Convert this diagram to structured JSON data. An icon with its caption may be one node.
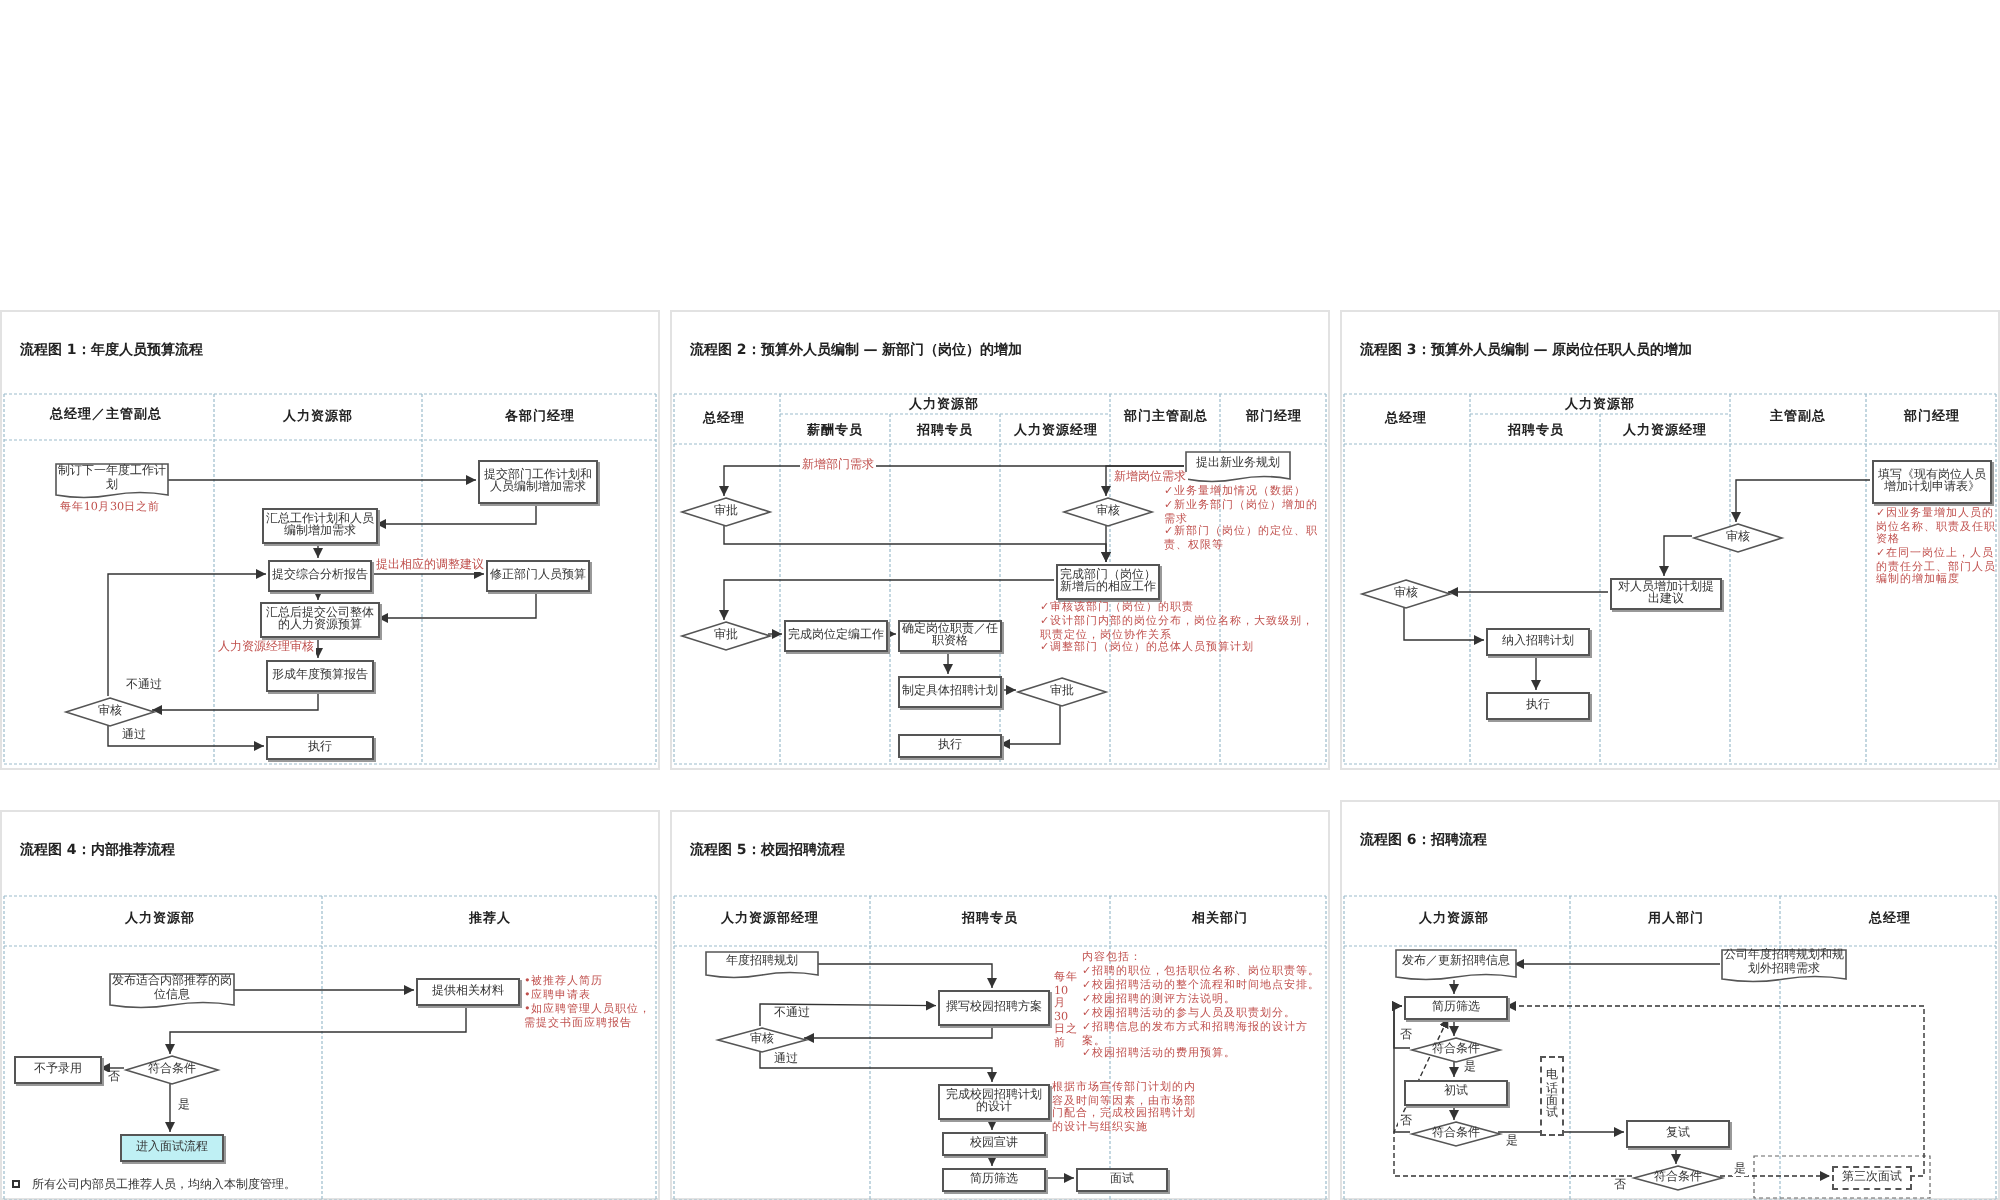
{
  "diagram": {
    "nodes": [
      {
        "text": [
          "流程图 1：年度人员预算流程"
        ]
      },
      {
        "text": [
          "制订下一年度工作计划"
        ],
        "in": 0,
        "beside": [
          "每年10月30日之前"
        ]
      },
      {
        "text": [
          "提交部门工作计划和人员编制增加需求"
        ],
        "in": 0
      },
      {
        "text": [
          "汇总工作计划和人员编制增加需求"
        ],
        "in": 0
      },
      {
        "text": [
          "提交综合分析报告"
        ],
        "in": 0
      },
      {
        "text": [
          "修正部门人员预算"
        ],
        "in": 0
      },
      {
        "text": [
          "汇总后提交公司整体的人力资源预算"
        ],
        "in": 0
      },
      {
        "text": [
          "形成年度预算报告"
        ],
        "in": 0
      },
      {
        "text": [
          "审核"
        ],
        "in": 0
      },
      {
        "text": [
          "执行"
        ],
        "in": 0
      },
      {
        "text": [
          "流程图 2：预算外人员编制 — 新部门（岗位）的增加"
        ]
      },
      {
        "text": [
          "提出新业务规划"
        ],
        "in": 10,
        "beside": [
          "✓业务量增加情况（数据）",
          "✓新业务部门（岗位）增加的需求",
          "✓新部门（岗位）的定位、职责、权限等"
        ]
      },
      {
        "text": [
          "审批"
        ],
        "in": 10
      },
      {
        "text": [
          "审核"
        ],
        "in": 10
      },
      {
        "text": [
          "完成部门（岗位）新增后的相应工作"
        ],
        "in": 10,
        "beside": [
          "✓审核该部门（岗位）的职责",
          "✓设计部门内部的岗位分布，岗位名称，大致级别，职责定位，岗位协作关系",
          "✓调整部门（岗位）的总体人员预算计划"
        ]
      },
      {
        "text": [
          "审批"
        ],
        "in": 10
      },
      {
        "text": [
          "完成岗位定编工作"
        ],
        "in": 10
      },
      {
        "text": [
          "确定岗位职责／任职资格"
        ],
        "in": 10
      },
      {
        "text": [
          "制定具体招聘计划"
        ],
        "in": 10
      },
      {
        "text": [
          "审批"
        ],
        "in": 10
      },
      {
        "text": [
          "执行"
        ],
        "in": 10
      },
      {
        "text": [
          "流程图 3：预算外人员编制 — 原岗位任职人员的增加"
        ]
      },
      {
        "text": [
          "填写《现有岗位人员增加计划申请表》"
        ],
        "in": 21,
        "beside": [
          "✓因业务量增加人员的岗位名称、职责及任职资格",
          "✓在同一岗位上，人员的责任分工、部门人员编制的增加幅度"
        ]
      },
      {
        "text": [
          "审核"
        ],
        "in": 21
      },
      {
        "text": [
          "对人员增加计划提出建议"
        ],
        "in": 21
      },
      {
        "text": [
          "审核"
        ],
        "in": 21
      },
      {
        "text": [
          "纳入招聘计划"
        ],
        "in": 21
      },
      {
        "text": [
          "执行"
        ],
        "in": 21
      },
      {
        "text": [
          "流程图 4：内部推荐流程"
        ]
      },
      {
        "text": [
          "发布适合内部推荐的岗位信息"
        ],
        "in": 28
      },
      {
        "text": [
          "提供相关材料"
        ],
        "in": 28,
        "beside": [
          "•被推荐人简历",
          "•应聘申请表",
          "•如应聘管理人员职位，需提交书面应聘报告"
        ]
      },
      {
        "text": [
          "不予录用"
        ],
        "in": 28
      },
      {
        "text": [
          "符合条件"
        ],
        "in": 28
      },
      {
        "text": [
          "进入面试流程"
        ],
        "in": 28
      },
      {
        "text": [
          "流程图 5：校园招聘流程"
        ]
      },
      {
        "text": [
          "年度招聘规划"
        ],
        "in": 34
      },
      {
        "text": [
          "撰写校园招聘方案"
        ],
        "in": 34,
        "beside": [
          "每年10月30日之前",
          "内容包括：",
          "✓招聘的职位，包括职位名称、岗位职责等。",
          "✓校园招聘活动的整个流程和时间地点安排。",
          "✓校园招聘的测评方法说明。",
          "✓校园招聘活动的参与人员及职责划分。",
          "✓招聘信息的发布方式和招聘海报的设计方案。",
          "✓校园招聘活动的费用预算。"
        ]
      },
      {
        "text": [
          "审核"
        ],
        "in": 34
      },
      {
        "text": [
          "完成校园招聘计划的设计"
        ],
        "in": 34,
        "beside": [
          "根据市场宣传部门计划的内容及时间等因素，由市场部门配合，完成校园招聘计划的设计与组织实施"
        ]
      },
      {
        "text": [
          "校园宣讲"
        ],
        "in": 34
      },
      {
        "text": [
          "简历筛选"
        ],
        "in": 34
      },
      {
        "text": [
          "面试"
        ],
        "in": 34
      },
      {
        "text": [
          "流程图 6：招聘流程"
        ]
      },
      {
        "text": [
          "发布／更新招聘信息"
        ],
        "in": 42
      },
      {
        "text": [
          "公司年度招聘规划和规划外招聘需求"
        ],
        "in": 42
      },
      {
        "text": [
          "简历筛选"
        ],
        "in": 42
      },
      {
        "text": [
          "符合条件"
        ],
        "in": 42
      },
      {
        "text": [
          "初试"
        ],
        "in": 42
      },
      {
        "text": [
          "电话面试"
        ],
        "in": 42
      },
      {
        "text": [
          "符合条件"
        ],
        "in": 42
      },
      {
        "text": [
          "复试"
        ],
        "in": 42
      },
      {
        "text": [
          "符合条件"
        ],
        "in": 42
      },
      {
        "text": [
          "第三次面试"
        ],
        "in": 42
      }
    ],
    "edges": [
      {
        "from": 1,
        "to": 2,
        "arrow": "to"
      },
      {
        "from": 2,
        "to": 3,
        "arrow": "to"
      },
      {
        "from": 3,
        "to": 4,
        "arrow": "to"
      },
      {
        "from": 4,
        "to": 5,
        "arrow": "to",
        "label": "提出相应的调整建议"
      },
      {
        "from": 5,
        "to": 6,
        "arrow": "to"
      },
      {
        "from": 4,
        "to": 6,
        "arrow": "to"
      },
      {
        "from": 6,
        "to": 7,
        "arrow": "to",
        "label": "人力资源经理审核"
      },
      {
        "from": 7,
        "to": 8,
        "arrow": "to"
      },
      {
        "from": 8,
        "to": 4,
        "arrow": "to",
        "label": "不通过"
      },
      {
        "from": 8,
        "to": 9,
        "arrow": "to",
        "label": "通过"
      },
      {
        "from": 11,
        "to": 12,
        "arrow": "to",
        "label": "新增部门需求"
      },
      {
        "from": 11,
        "to": 13,
        "arrow": "to",
        "label": "新增岗位需求"
      },
      {
        "from": 12,
        "to": 14,
        "arrow": "to"
      },
      {
        "from": 13,
        "to": 14,
        "arrow": "to"
      },
      {
        "from": 14,
        "to": 15,
        "arrow": "to"
      },
      {
        "from": 15,
        "to": 16,
        "arrow": "to"
      },
      {
        "from": 16,
        "to": 17,
        "arrow": "to"
      },
      {
        "from": 17,
        "to": 18,
        "arrow": "to"
      },
      {
        "from": 18,
        "to": 19,
        "arrow": "to"
      },
      {
        "from": 19,
        "to": 20,
        "arrow": "to"
      },
      {
        "from": 22,
        "to": 23,
        "arrow": "to"
      },
      {
        "from": 23,
        "to": 24,
        "arrow": "to"
      },
      {
        "from": 24,
        "to": 25,
        "arrow": "to"
      },
      {
        "from": 25,
        "to": 26,
        "arrow": "to"
      },
      {
        "from": 26,
        "to": 27,
        "arrow": "to"
      },
      {
        "from": 29,
        "to": 30,
        "arrow": "to"
      },
      {
        "from": 30,
        "to": 32,
        "arrow": "to"
      },
      {
        "from": 32,
        "to": 31,
        "arrow": "to",
        "label": "否"
      },
      {
        "from": 32,
        "to": 33,
        "arrow": "to",
        "label": "是"
      },
      {
        "from": 35,
        "to": 36,
        "arrow": "to"
      },
      {
        "from": 36,
        "to": 37,
        "arrow": "to"
      },
      {
        "from": 37,
        "to": 36,
        "arrow": "to",
        "label": "不通过"
      },
      {
        "from": 37,
        "to": 38,
        "arrow": "to",
        "label": "通过"
      },
      {
        "from": 38,
        "to": 39,
        "arrow": "to"
      },
      {
        "from": 39,
        "to": 40,
        "arrow": "to"
      },
      {
        "from": 40,
        "to": 41,
        "arrow": "to"
      },
      {
        "from": 44,
        "to": 43,
        "arrow": "to"
      },
      {
        "from": 43,
        "to": 45,
        "arrow": "to"
      },
      {
        "from": 45,
        "to": 46,
        "arrow": "to"
      },
      {
        "from": 46,
        "to": 47,
        "arrow": "to",
        "label": "是"
      },
      {
        "from": 46,
        "to": 45,
        "arrow": "to",
        "label": "否"
      },
      {
        "from": 47,
        "to": 49,
        "arrow": "to"
      },
      {
        "from": 49,
        "to": 50,
        "arrow": "to",
        "label": "是"
      },
      {
        "from": 49,
        "to": 45,
        "arrow": "to",
        "label": "否"
      },
      {
        "from": 50,
        "to": 51,
        "arrow": "to"
      },
      {
        "from": 51,
        "to": 52,
        "arrow": "to",
        "label": "是",
        "style": "dashed"
      },
      {
        "from": 51,
        "to": 45,
        "arrow": "to",
        "label": "否",
        "style": "dashed"
      },
      {
        "from": 52,
        "to": 45,
        "arrow": "to",
        "style": "dashed"
      }
    ],
    "labels": [
      "总经理／主管副总",
      "人力资源部",
      "各部门经理",
      "总经理",
      "人力资源部",
      "薪酬专员",
      "招聘专员",
      "人力资源经理",
      "部门主管副总",
      "部门经理",
      "总经理",
      "人力资源部",
      "招聘专员",
      "人力资源经理",
      "主管副总",
      "部门经理",
      "人力资源部",
      "推荐人",
      "所有公司内部员工推荐人员，均纳入本制度管理。",
      "人力资源部经理",
      "招聘专员",
      "相关部门",
      "人力资源部",
      "用人部门",
      "总经理"
    ]
  }
}
